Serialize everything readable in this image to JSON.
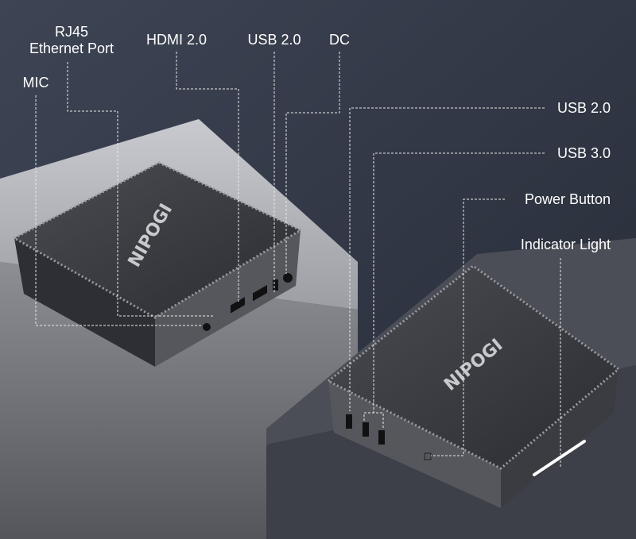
{
  "top_labels": {
    "rj45_line1": "RJ45",
    "rj45_line2": "Ethernet Port",
    "hdmi": "HDMI 2.0",
    "usb2": "USB 2.0",
    "dc": "DC",
    "mic": "MIC"
  },
  "right_labels": {
    "usb2": "USB 2.0",
    "usb3": "USB 3.0",
    "power": "Power Button",
    "indicator": "Indicator Light"
  },
  "brand": "NIPOGI",
  "colors": {
    "background": "#2f3542",
    "label": "#ffffff",
    "device": "#3a3c42"
  }
}
